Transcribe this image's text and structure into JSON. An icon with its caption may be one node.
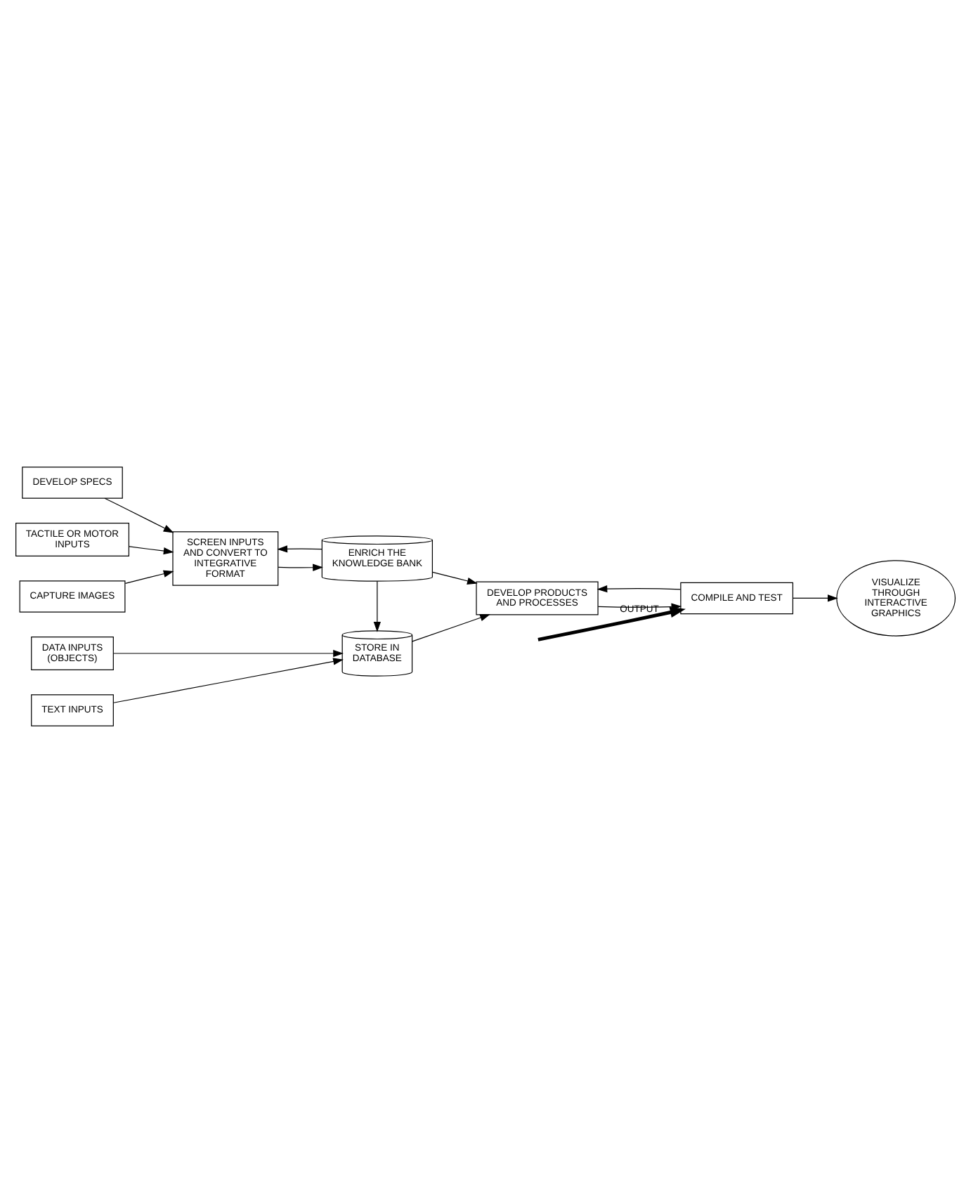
{
  "diagram": {
    "nodes": [
      {
        "text": [
          "CAPTURE IMAGES"
        ]
      },
      {
        "text": [
          "DEVELOP SPECS"
        ]
      },
      {
        "text": [
          "TACTILE OR MOTOR INPUTS"
        ]
      },
      {
        "text": [
          "SCREEN INPUTS AND CONVERT TO INTEGRATIVE FORMAT"
        ]
      },
      {
        "text": [
          "ENRICH THE KNOWLEDGE BANK"
        ]
      },
      {
        "text": [
          "STORE IN DATABASE"
        ]
      },
      {
        "text": [
          "DATA INPUTS (OBJECTS)"
        ]
      },
      {
        "text": [
          "TEXT INPUTS"
        ]
      },
      {
        "text": [
          "VISUALIZE THROUGH INTERACTIVE GRAPHICS"
        ]
      },
      {
        "text": [
          "COMPILE AND TEST"
        ]
      },
      {
        "text": [
          "DEVELOP PRODUCTS AND PROCESSES"
        ]
      }
    ],
    "edges": [
      {
        "from": 0,
        "to": 3,
        "arrow": "to"
      },
      {
        "from": 1,
        "to": 3,
        "arrow": "to"
      },
      {
        "from": 2,
        "to": 3,
        "arrow": "to"
      },
      {
        "from": 3,
        "to": 4,
        "arrow": "to"
      },
      {
        "from": 4,
        "to": 3,
        "arrow": "to"
      },
      {
        "from": 4,
        "to": 5,
        "arrow": "to"
      },
      {
        "from": 4,
        "to": 10,
        "arrow": "to"
      },
      {
        "from": 6,
        "to": 5,
        "arrow": "to"
      },
      {
        "from": 7,
        "to": 5,
        "arrow": "to"
      },
      {
        "from": 5,
        "to": 10,
        "arrow": "to"
      },
      {
        "from": 9,
        "to": 10,
        "arrow": "to"
      },
      {
        "from": 10,
        "to": 9,
        "arrow": "to"
      },
      {
        "from": 9,
        "to": 8,
        "arrow": "to"
      },
      {
        "from": null,
        "to": 9,
        "arrow": "to",
        "label": "OUTPUT",
        "style": "thick"
      }
    ]
  }
}
